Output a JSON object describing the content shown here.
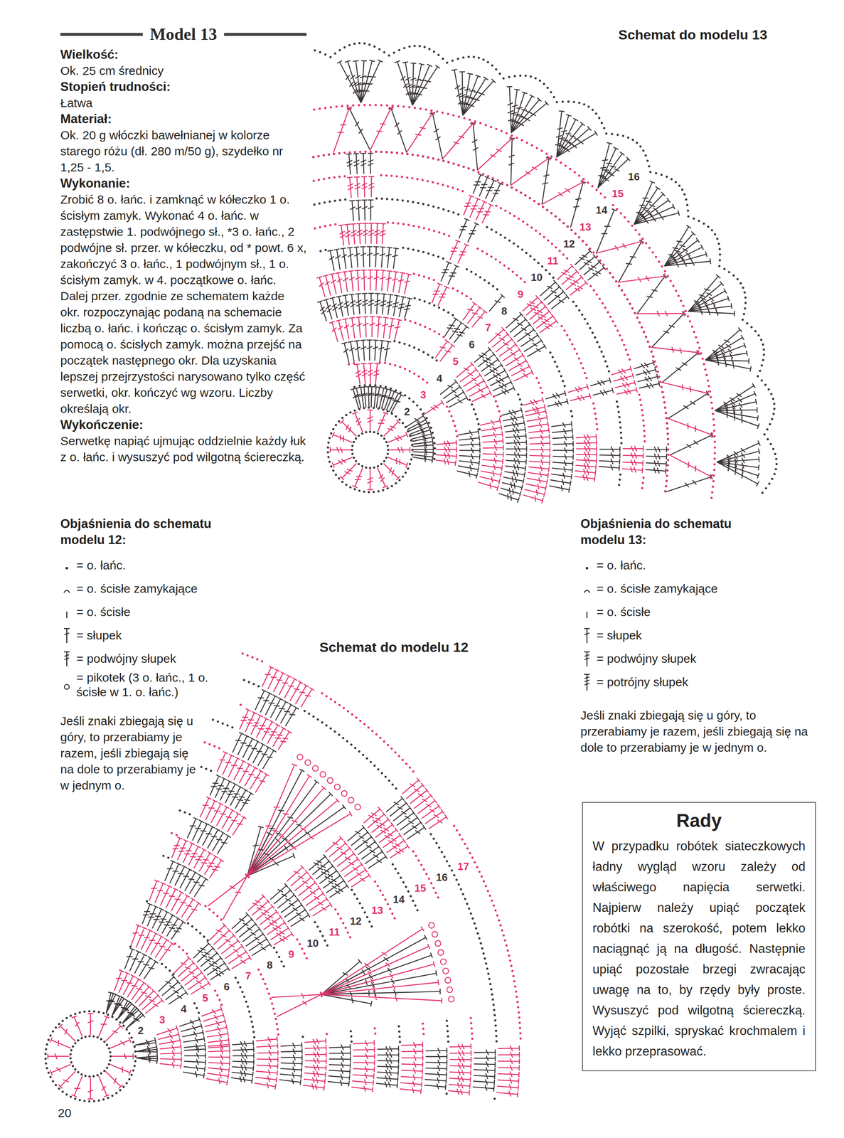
{
  "diagram": {
    "title": "Model 13",
    "nodes": [
      {
        "text": [
          "Rady",
          "W przypadku robótek siateczkowych ładny wygląd wzoru zależy od właściwego napięcia serwetki. Najpierw należy upiąć początek robótki na szerokość, potem lekko naciągnąć ją na długość. Następnie upiąć pozostałe brzegi zwracając uwagę na to, by rzędy były proste. Wysuszyć pod wilgotną ściereczką. Wyjąć szpilki, spryskać krochmalem i lekko przeprasować."
        ]
      }
    ],
    "labels": [
      "Wielkość:",
      "Ok. 25 cm średnicy",
      "Stopień trudności:",
      "Łatwa",
      "Materiał:",
      "Ok. 20 g włóczki bawełnianej w kolorze starego różu (dł. 280 m/50 g), szydełko nr 1,25 - 1,5.",
      "Wykonanie:",
      "Zrobić 8 o. łańc. i zamknąć w kółeczko 1 o. ścisłym zamyk. Wykonać 4 o. łańc. w zastępstwie 1. podwójnego sł., *3 o. łańc., 2 podwójne sł. przer. w kółeczku, od * powt. 6 x, zakończyć 3 o. łańc., 1 podwójnym sł., 1 o. ścisłym zamyk. w 4. początkowe o. łańc. Dalej przer. zgodnie ze schematem każde okr. rozpoczynając podaną na schemacie liczbą o. łańc. i kończąc o. ścisłym zamyk. Za pomocą o. ścisłych zamyk. można przejść na początek następnego okr. Dla uzyskania lepszej przejrzystości narysowano tylko część serwetki, okr. kończyć wg wzoru. Liczby określają okr.",
      "Wykończenie:",
      "Serwetkę napiąć ujmując oddzielnie każdy łuk z o. łańc. i wysuszyć pod wilgotną ściereczką.",
      "Objaśnienia do schematu modelu 12:",
      "Jeśli znaki zbiegają się u góry, to przerabiamy je razem, jeśli zbiegają się na dole to przerabiamy je w jednym o.",
      "Schemat do modelu 12",
      "Schemat do modelu 13",
      "Objaśnienia do schematu modelu 13:",
      "Jeśli znaki zbiegają się u góry, to przerabiamy je razem, jeśli zbiegają się na dole to przerabiamy je w jednym o.",
      "20",
      "2",
      "3",
      "4",
      "5",
      "6",
      "7",
      "8",
      "9",
      "10",
      "11",
      "12",
      "13",
      "14",
      "15",
      "16",
      "2",
      "3",
      "4",
      "5",
      "6",
      "7",
      "8",
      "9",
      "10",
      "11",
      "12",
      "13",
      "14",
      "15",
      "16",
      "17"
    ],
    "legend": [
      {
        "text": "= o. łańc."
      },
      {
        "text": "= o. ścisłe zamykające"
      },
      {
        "text": "= o. ścisłe"
      },
      {
        "text": "= słupek"
      },
      {
        "text": "= podwójny słupek"
      },
      {
        "text": "= pikotek (3 o. łańc., 1 o. ścisłe w 1. o. łańc.)"
      },
      {
        "text": "= o. łańc."
      },
      {
        "text": "= o. ścisłe zamykające"
      },
      {
        "text": "= o. ścisłe"
      },
      {
        "text": "= słupek"
      },
      {
        "text": "= podwójny słupek"
      },
      {
        "text": "= potrójny słupek"
      }
    ]
  }
}
